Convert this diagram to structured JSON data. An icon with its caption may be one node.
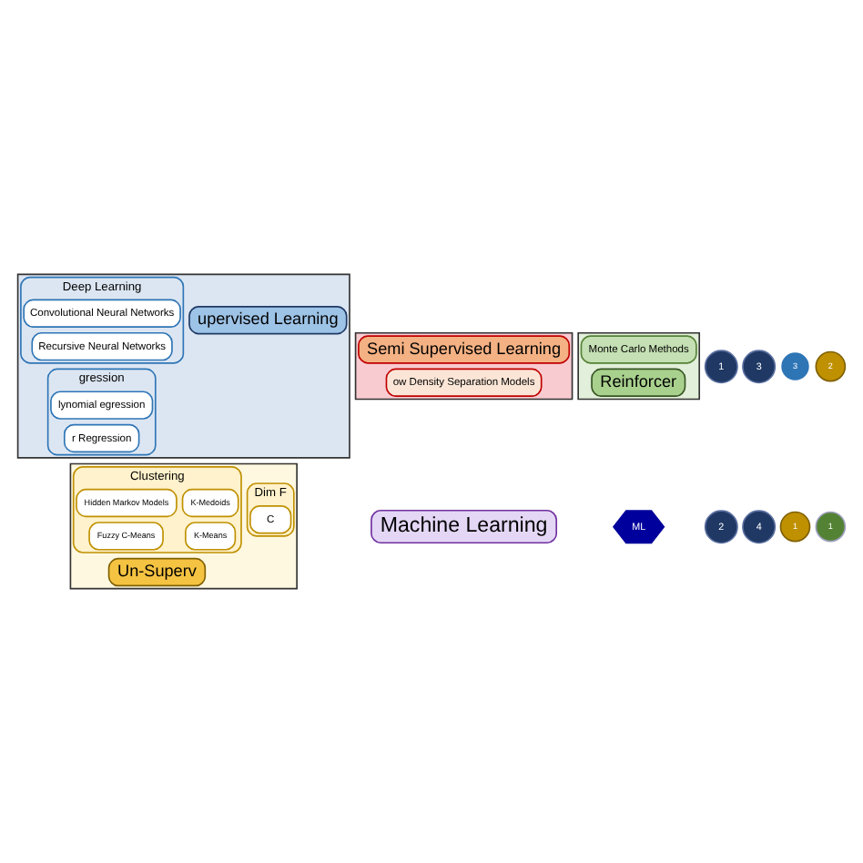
{
  "diagram": {
    "nodes": [
      {
        "text": [
          "Machine Learning"
        ]
      },
      {
        "text": [],
        "shape": "box"
      },
      {
        "text": [
          "gression"
        ],
        "in": 1
      },
      {
        "text": [
          "r Regression"
        ],
        "in": 2
      },
      {
        "text": [
          "lynomial egression"
        ],
        "in": 2
      },
      {
        "text": [
          "3"
        ]
      },
      {
        "text": [
          "Deep Learning"
        ],
        "in": 1
      },
      {
        "text": [
          "Convolutional Neural Networks"
        ],
        "in": 6
      },
      {
        "text": [
          "Recursive Neural Networks"
        ],
        "in": 6
      },
      {
        "text": [
          "upervised Learning"
        ],
        "in": 1
      },
      {
        "text": [],
        "shape": "box"
      },
      {
        "text": [
          "1"
        ]
      },
      {
        "text": [
          "Clustering"
        ],
        "in": 10
      },
      {
        "text": [
          "K-Means"
        ],
        "in": 12
      },
      {
        "text": [
          "K-Medoids"
        ],
        "in": 12
      },
      {
        "text": [
          "Fuzzy C-Means"
        ],
        "in": 12
      },
      {
        "text": [
          "Hidden Markov Models"
        ],
        "in": 12
      },
      {
        "text": [
          "2"
        ]
      },
      {
        "text": [
          "Dim F"
        ],
        "in": 10
      },
      {
        "text": [
          "C"
        ],
        "in": 18
      },
      {
        "text": [
          "Un-Superv"
        ],
        "in": 10
      },
      {
        "text": [
          "1"
        ]
      },
      {
        "text": [
          "2"
        ]
      },
      {
        "text": [
          "ML"
        ]
      },
      {
        "text": [
          "3"
        ]
      },
      {
        "text": [
          "4"
        ]
      },
      {
        "text": [],
        "shape": "box"
      },
      {
        "text": [
          "Semi Supervised Learning"
        ],
        "in": 26
      },
      {
        "text": [
          "ow Density Separation Models"
        ],
        "in": 26
      },
      {
        "text": [],
        "shape": "box"
      },
      {
        "text": [
          "Reinforcer"
        ],
        "in": 29
      },
      {
        "text": [
          "1"
        ]
      },
      {
        "text": [
          "Monte Carlo Methods"
        ],
        "in": 29
      }
    ]
  }
}
